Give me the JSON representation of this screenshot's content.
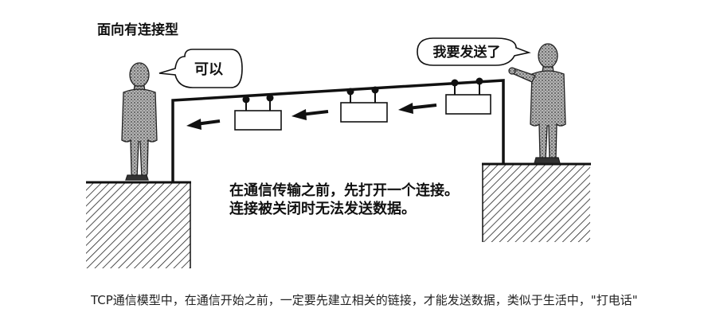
{
  "diagram": {
    "title": "面向有连接型",
    "receiver_bubble": "可以",
    "sender_bubble": "我要发送了",
    "explanation_lines": [
      "在通信传输之前，先打开一个连接。",
      "连接被关闭时无法发送数据。"
    ]
  },
  "caption": {
    "text": "TCP通信模型中，在通信开始之前，一定要先建立相关的链接，才能发送数据，类似于生活中，\"打电话\""
  }
}
